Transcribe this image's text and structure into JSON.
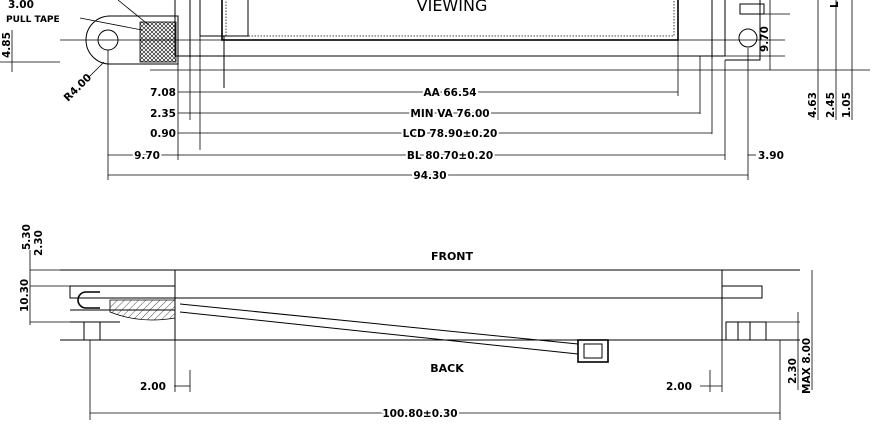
{
  "top_view": {
    "viewing_label": "VIEWING",
    "pull_tape_label": "PULL TAPE",
    "partial_top_label": "3.00",
    "left_dim_4_85": "4.85",
    "radius_label": "R4.00",
    "dims_left": [
      "7.08",
      "2.35",
      "0.90",
      "9.70"
    ],
    "aa_label": "AA 66.54",
    "va_label": "MIN VA 76.00",
    "lcd_label": "LCD 78.90±0.20",
    "bl_label": "BL 80.70±0.20",
    "right_3_90": "3.90",
    "overall_94_30": "94.30",
    "right_vertical": [
      "9.70",
      "4.63",
      "2.45",
      "1.05"
    ],
    "partial_right_label": "L"
  },
  "side_view": {
    "front_label": "FRONT",
    "back_label": "BACK",
    "left_vertical": [
      "5.30",
      "2.30",
      "10.30"
    ],
    "bottom_left_2_00": "2.00",
    "bottom_right_2_00": "2.00",
    "right_vertical_2_30": "2.30",
    "right_vertical_max": "MAX 8.00",
    "overall_100_80": "100.80±0.30"
  }
}
